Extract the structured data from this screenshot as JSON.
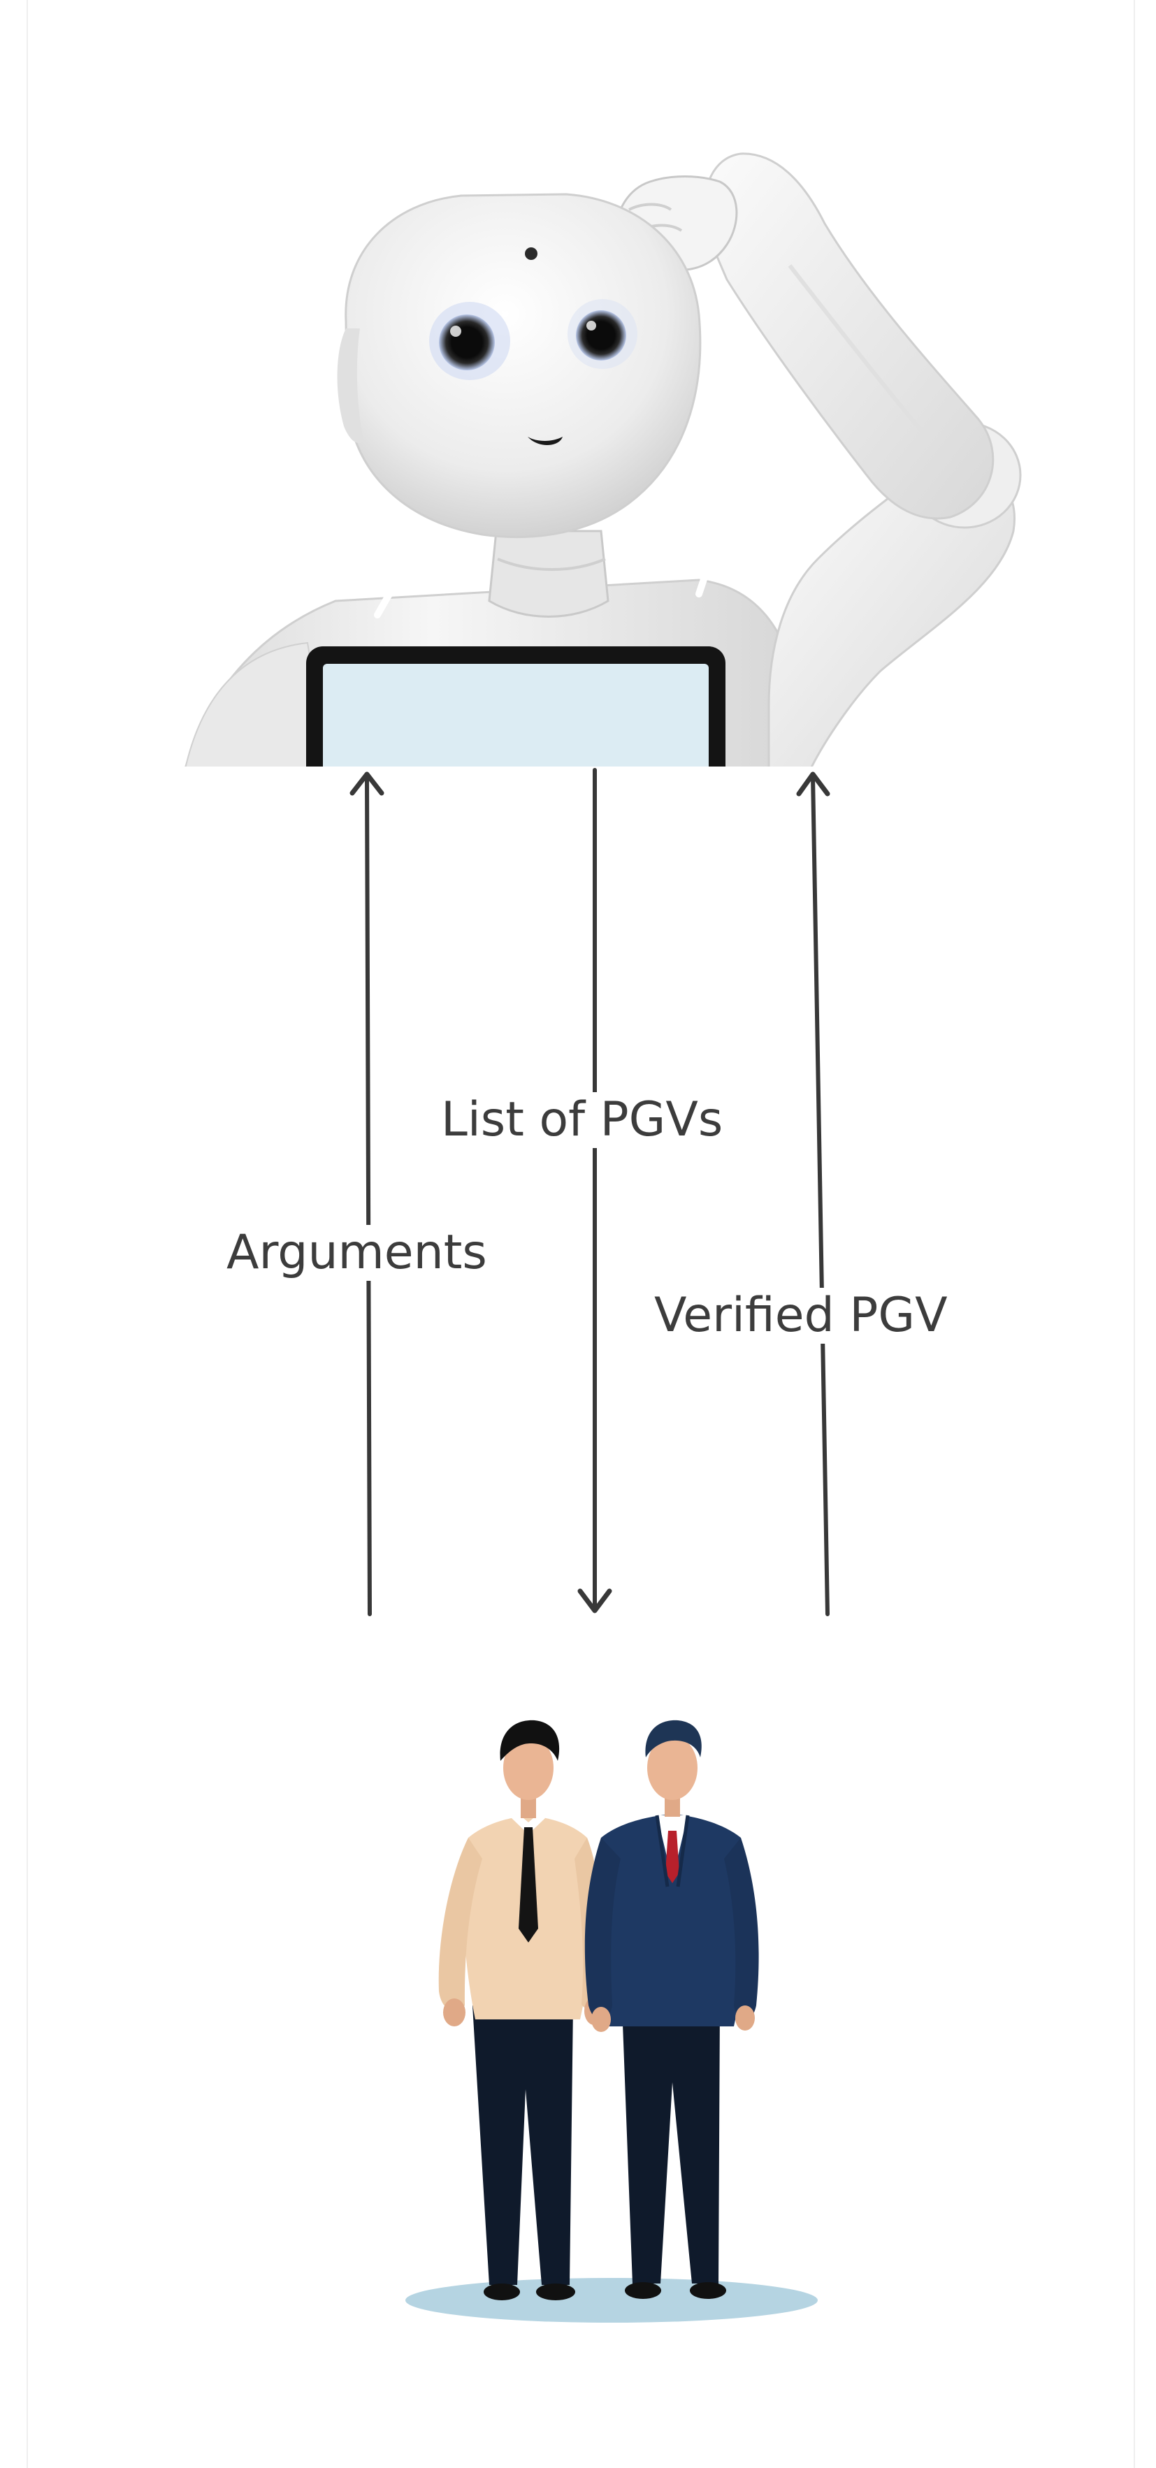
{
  "diagram": {
    "arrows": [
      {
        "id": "arguments",
        "label": "Arguments",
        "direction": "up",
        "from": "people",
        "to": "robot"
      },
      {
        "id": "list-of-pgvs",
        "label": "List of PGVs",
        "direction": "down",
        "from": "robot",
        "to": "people"
      },
      {
        "id": "verified-pgv",
        "label": "Verified PGV",
        "direction": "up",
        "from": "people",
        "to": "robot"
      }
    ],
    "nodes": [
      {
        "id": "robot",
        "icon": "humanoid-robot-illustration"
      },
      {
        "id": "people",
        "icon": "two-people-illustration"
      }
    ]
  },
  "colors": {
    "arrow": "#383838",
    "label_text": "#3c3c3c",
    "robot_white": "#f2f2f2",
    "tablet_screen": "#dcecf3",
    "shirt_beige": "#f2d3b2",
    "suit_navy": "#1e3963",
    "trousers_dark": "#0f1a2b",
    "shadow_blue": "#b5d4e2"
  }
}
